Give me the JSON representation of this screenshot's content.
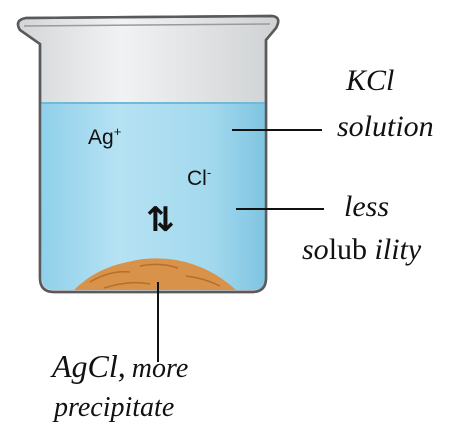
{
  "diagram": {
    "ions": {
      "silver": {
        "base": "Ag",
        "charge": "+"
      },
      "chloride": {
        "base": "Cl",
        "charge": "-"
      }
    },
    "equilibrium_arrows": "⇅",
    "labels": {
      "kcl_line1": "KCl",
      "kcl_line2": "solution",
      "less_line1": "less",
      "less_line2_part1": "so",
      "less_line2_part2": "lub",
      "less_line2_part3": " ility",
      "agcl_line1_part1": "AgCl,",
      "agcl_line1_part2": "more",
      "agcl_line2": "precipitate"
    },
    "colors": {
      "solution": "#a9dcef",
      "solution_dark": "#7cc6e4",
      "glass": "#e4e6e7",
      "precipitate": "#d8924a",
      "outline": "#5a5a5a"
    }
  }
}
